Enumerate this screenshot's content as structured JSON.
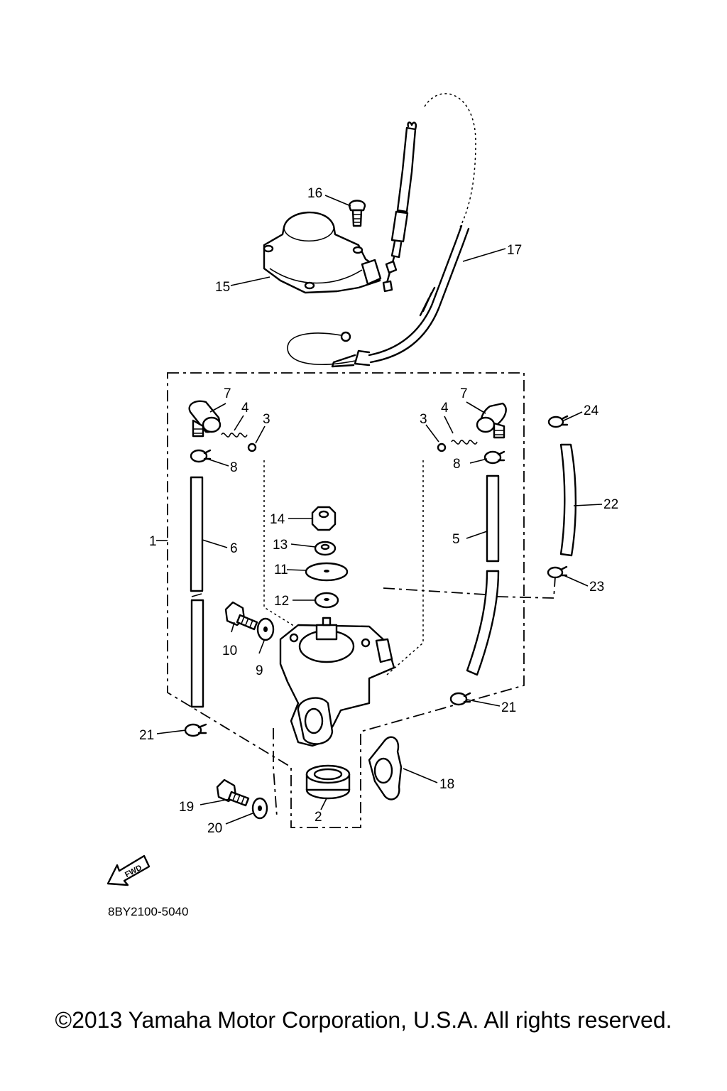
{
  "callouts": {
    "c1": "1",
    "c2": "2",
    "c3a": "3",
    "c3b": "3",
    "c4a": "4",
    "c4b": "4",
    "c5": "5",
    "c6": "6",
    "c7a": "7",
    "c7b": "7",
    "c8a": "8",
    "c8b": "8",
    "c9": "9",
    "c10": "10",
    "c11": "11",
    "c12": "12",
    "c13": "13",
    "c14": "14",
    "c15": "15",
    "c16": "16",
    "c17": "17",
    "c18": "18",
    "c19": "19",
    "c20": "20",
    "c21a": "21",
    "c21b": "21",
    "c22": "22",
    "c23": "23",
    "c24": "24"
  },
  "fwd_label": "FWD",
  "diagram_code": "8BY2100-5040",
  "copyright": "©2013 Yamaha Motor Corporation, U.S.A. All rights reserved."
}
